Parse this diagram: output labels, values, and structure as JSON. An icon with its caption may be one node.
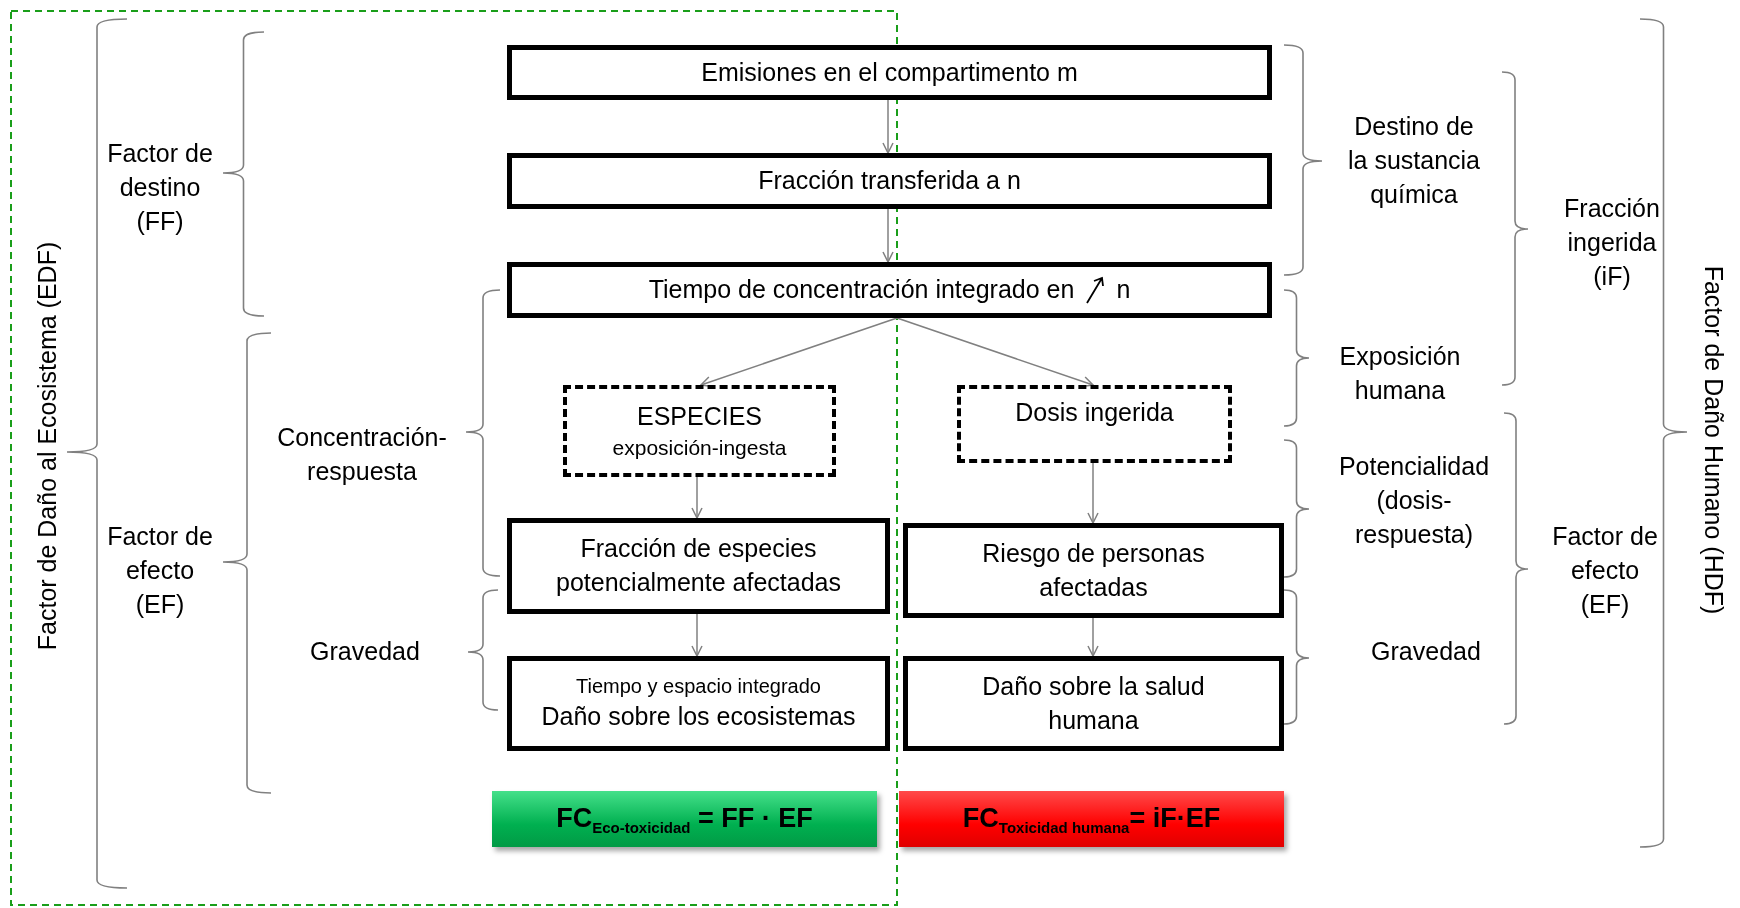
{
  "diagram": {
    "nodes": [
      {
        "text": [
          "Emisiones en el compartimento m"
        ]
      },
      {
        "text": [
          "Fracción transferida a n"
        ]
      },
      {
        "text": [
          "Tiempo de concentración integrado en",
          "n"
        ]
      },
      {
        "text": [
          "ESPECIES",
          "exposición-ingesta"
        ]
      },
      {
        "text": [
          "Dosis ingerida"
        ]
      },
      {
        "text": [
          "Fracción de especies potencialmente afectadas"
        ]
      },
      {
        "text": [
          "Riesgo de personas afectadas"
        ]
      },
      {
        "text": [
          "Tiempo y espacio integrado",
          "Daño sobre los ecosistemas"
        ]
      },
      {
        "text": [
          "Daño sobre la salud humana"
        ]
      },
      {
        "text": [
          "FC$_{Eco-toxicidad}$ = FF · EF"
        ]
      },
      {
        "text": [
          "FC$_{Toxicidad humana}$= iF·EF"
        ]
      }
    ],
    "edges": [
      {
        "from": 0,
        "to": 1,
        "arrow": "to"
      },
      {
        "from": 1,
        "to": 2,
        "arrow": "to"
      },
      {
        "from": 2,
        "to": 3,
        "arrow": "to"
      },
      {
        "from": 2,
        "to": 4,
        "arrow": "to"
      },
      {
        "from": 3,
        "to": 5,
        "arrow": "to"
      },
      {
        "from": 4,
        "to": 6,
        "arrow": "to"
      },
      {
        "from": 5,
        "to": 7,
        "arrow": "to"
      },
      {
        "from": 6,
        "to": 8,
        "arrow": "to"
      }
    ],
    "labels": [
      "Factor de Daño al Ecosistema (EDF)",
      "Factor de destino (FF)",
      "Factor de efecto (EF)",
      "Concentración-respuesta",
      "Gravedad",
      "Destino de la sustancia química",
      "Fracción ingerida (iF)",
      "Exposición humana",
      "Potencialidad (dosis-respuesta)",
      "Factor de efecto (EF)",
      "Gravedad",
      "Factor de Daño Humano (HDF)"
    ]
  }
}
